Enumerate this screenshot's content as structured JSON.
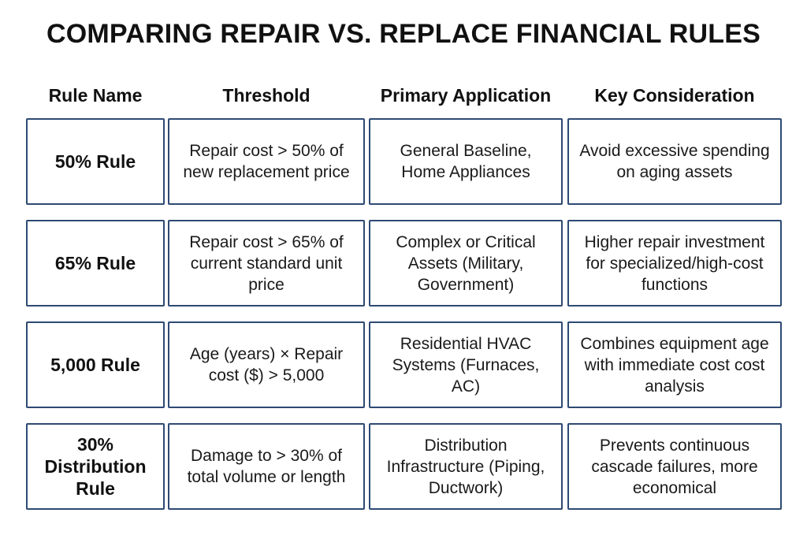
{
  "title": "COMPARING REPAIR VS. REPLACE FINANCIAL RULES",
  "table": {
    "headers": [
      "Rule Name",
      "Threshold",
      "Primary Application",
      "Key Consideration"
    ],
    "rows": [
      {
        "rule_name": "50% Rule",
        "threshold": "Repair cost > 50% of new replacement price",
        "application": "General Baseline, Home Appliances",
        "consideration": "Avoid excessive spending on aging assets"
      },
      {
        "rule_name": "65% Rule",
        "threshold": "Repair cost > 65% of current standard unit price",
        "application": "Complex or Critical Assets (Military, Government)",
        "consideration": "Higher repair investment for specialized/high-cost functions"
      },
      {
        "rule_name": "5,000 Rule",
        "threshold": "Age (years) × Repair cost ($) > 5,000",
        "application": "Residential HVAC Systems (Furnaces, AC)",
        "consideration": "Combines equipment age with immediate cost cost analysis"
      },
      {
        "rule_name": "30% Distribution Rule",
        "threshold": "Damage to > 30% of total volume or length",
        "application": "Distribution Infrastructure (Piping, Ductwork)",
        "consideration": "Prevents continuous cascade failures, more economical"
      }
    ]
  },
  "colors": {
    "cell_border": "#2e4a73",
    "text": "#111111",
    "background": "#ffffff"
  }
}
